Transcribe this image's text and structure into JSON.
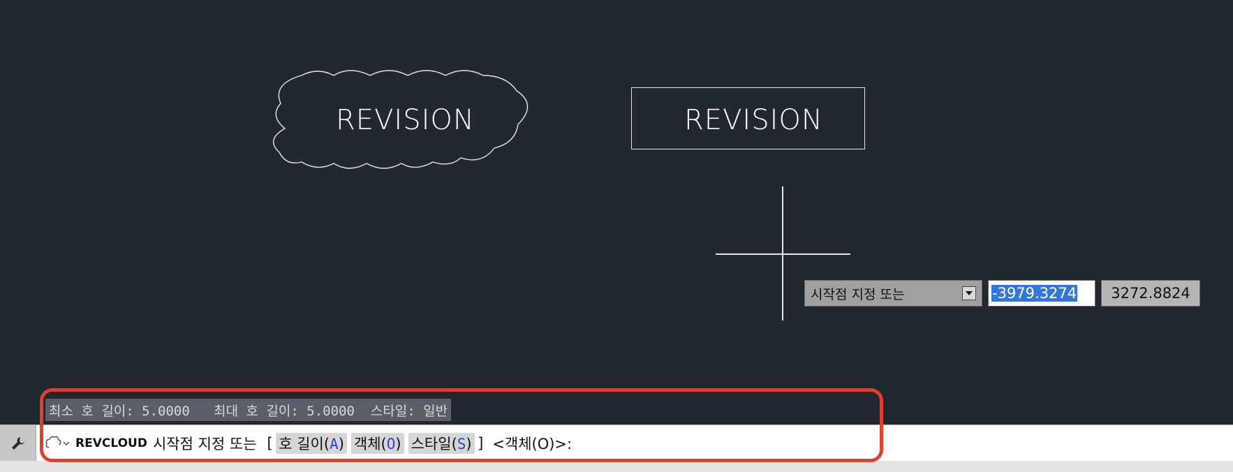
{
  "drawing": {
    "cloud_label": "REVISION",
    "box_label": "REVISION"
  },
  "dynamic_input": {
    "prompt": "시작점 지정 또는",
    "x_value": "-3979.3274",
    "y_value": "3272.8824"
  },
  "history": {
    "text": "최소 호 길이: 5.0000   최대 호 길이: 5.0000  스타일: 일반"
  },
  "command_line": {
    "command_name": "REVCLOUD",
    "prompt": "시작점 지정 또는",
    "open_bracket": "[",
    "options": [
      {
        "label": "호 길이",
        "key": "A"
      },
      {
        "label": "객체",
        "key": "O"
      },
      {
        "label": "스타일",
        "key": "S"
      }
    ],
    "close_bracket": "]",
    "default_text": "<객체(O)>:"
  },
  "colors": {
    "background": "#212830",
    "highlight": "#e0412f",
    "selection": "#3377dd",
    "option_key": "#2a45d6"
  }
}
